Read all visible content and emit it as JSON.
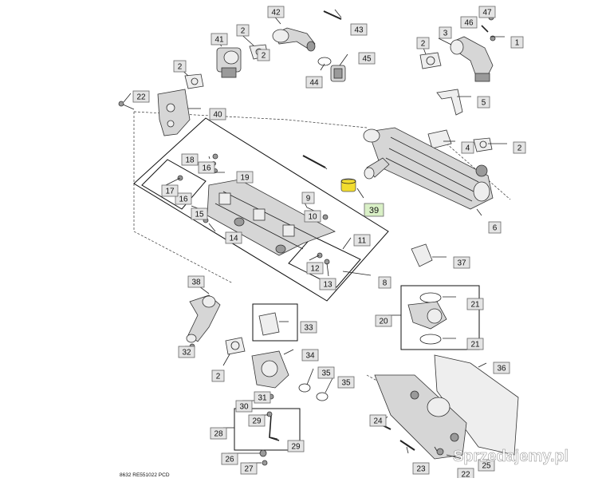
{
  "diagram": {
    "footer_code": "8632 RE551022 PCD",
    "watermark": "Sprzedajemy.pl",
    "highlight_color": "#d9f0c6",
    "part_yellow": "#f2dc2e",
    "callouts": [
      {
        "id": "c1",
        "label": "1",
        "hl": false
      },
      {
        "id": "c2a",
        "label": "2",
        "hl": false
      },
      {
        "id": "c2b",
        "label": "2",
        "hl": false
      },
      {
        "id": "c2c",
        "label": "2",
        "hl": false
      },
      {
        "id": "c2d",
        "label": "2",
        "hl": false
      },
      {
        "id": "c2e",
        "label": "2",
        "hl": false
      },
      {
        "id": "c2f",
        "label": "2",
        "hl": false
      },
      {
        "id": "c3",
        "label": "3",
        "hl": false
      },
      {
        "id": "c4",
        "label": "4",
        "hl": false
      },
      {
        "id": "c5",
        "label": "5",
        "hl": false
      },
      {
        "id": "c6",
        "label": "6",
        "hl": false
      },
      {
        "id": "c8",
        "label": "8",
        "hl": false
      },
      {
        "id": "c9",
        "label": "9",
        "hl": false
      },
      {
        "id": "c10",
        "label": "10",
        "hl": false
      },
      {
        "id": "c11",
        "label": "11",
        "hl": false
      },
      {
        "id": "c12",
        "label": "12",
        "hl": false
      },
      {
        "id": "c13",
        "label": "13",
        "hl": false
      },
      {
        "id": "c14",
        "label": "14",
        "hl": false
      },
      {
        "id": "c15",
        "label": "15",
        "hl": false
      },
      {
        "id": "c16a",
        "label": "16",
        "hl": false
      },
      {
        "id": "c16b",
        "label": "16",
        "hl": false
      },
      {
        "id": "c17",
        "label": "17",
        "hl": false
      },
      {
        "id": "c18",
        "label": "18",
        "hl": false
      },
      {
        "id": "c19",
        "label": "19",
        "hl": false
      },
      {
        "id": "c20",
        "label": "20",
        "hl": false
      },
      {
        "id": "c21a",
        "label": "21",
        "hl": false
      },
      {
        "id": "c21b",
        "label": "21",
        "hl": false
      },
      {
        "id": "c22a",
        "label": "22",
        "hl": false
      },
      {
        "id": "c22b",
        "label": "22",
        "hl": false
      },
      {
        "id": "c23",
        "label": "23",
        "hl": false
      },
      {
        "id": "c24",
        "label": "24",
        "hl": false
      },
      {
        "id": "c25",
        "label": "25",
        "hl": false
      },
      {
        "id": "c26",
        "label": "26",
        "hl": false
      },
      {
        "id": "c27",
        "label": "27",
        "hl": false
      },
      {
        "id": "c28",
        "label": "28",
        "hl": false
      },
      {
        "id": "c29a",
        "label": "29",
        "hl": false
      },
      {
        "id": "c29b",
        "label": "29",
        "hl": false
      },
      {
        "id": "c30",
        "label": "30",
        "hl": false
      },
      {
        "id": "c31",
        "label": "31",
        "hl": false
      },
      {
        "id": "c32",
        "label": "32",
        "hl": false
      },
      {
        "id": "c33",
        "label": "33",
        "hl": false
      },
      {
        "id": "c34",
        "label": "34",
        "hl": false
      },
      {
        "id": "c35a",
        "label": "35",
        "hl": false
      },
      {
        "id": "c35b",
        "label": "35",
        "hl": false
      },
      {
        "id": "c36",
        "label": "36",
        "hl": false
      },
      {
        "id": "c37",
        "label": "37",
        "hl": false
      },
      {
        "id": "c38",
        "label": "38",
        "hl": false
      },
      {
        "id": "c39",
        "label": "39",
        "hl": true
      },
      {
        "id": "c40",
        "label": "40",
        "hl": false
      },
      {
        "id": "c41",
        "label": "41",
        "hl": false
      },
      {
        "id": "c42",
        "label": "42",
        "hl": false
      },
      {
        "id": "c43",
        "label": "43",
        "hl": false
      },
      {
        "id": "c44",
        "label": "44",
        "hl": false
      },
      {
        "id": "c45",
        "label": "45",
        "hl": false
      },
      {
        "id": "c46",
        "label": "46",
        "hl": false
      },
      {
        "id": "c47",
        "label": "47",
        "hl": false
      }
    ]
  }
}
